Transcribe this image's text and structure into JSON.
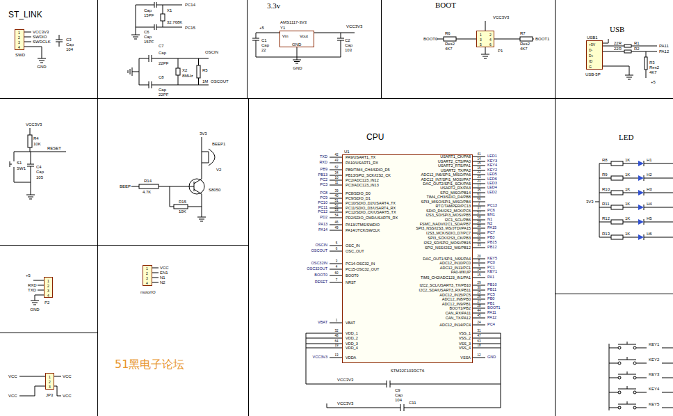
{
  "diagram": {
    "nodes": [
      {
        "text": [
          "SWD",
          "1",
          "2",
          "3",
          "4"
        ]
      },
      {
        "text": [
          "AMS1117-3V3",
          "Y1",
          "Vin",
          "Vout",
          "GND"
        ]
      },
      {
        "text": [
          "P1",
          "1",
          "2",
          "3",
          "4",
          "5",
          "6"
        ]
      },
      {
        "text": [
          "USB1",
          "+5V",
          "D-",
          "D+",
          "ID",
          "G",
          "USB-5P"
        ]
      },
      {
        "text": [
          "U1",
          "PA9/USART1_TX",
          "PA10/USART1_RX",
          "PB9/TIM4_CH4/SDIO_D5",
          "PB13/SPI2_SCK/I2S2_CK",
          "PC2/ADC123_IN12",
          "PC3/ADC123_IN13",
          "PC8/SDIO_D0",
          "PC9/SDIO_D1",
          "PC10/SDIO_D2/USART4_TX",
          "PC11/SDIO_D3/USART4_RX",
          "PC12/SDIO_CK/USART5_TX",
          "PD2/SDIO_CMD/USART5_RX",
          "PA13/JTMS/SWDIO",
          "PA14/JTCK/SWCLK",
          "OSC_IN",
          "OSC_OUT",
          "PC14-OSC32_IN",
          "PC15-OSC32_OUT",
          "BOOT0",
          "NRST",
          "VBAT",
          "VDD_1",
          "VDD_2",
          "VDD_3",
          "VDD_4",
          "VDDA",
          "USART1_CK/PA8",
          "USART2_CTS/PA0",
          "USART2_RTS/PA1",
          "USART2_TX/PA2",
          "ADC12_IN6/SPI1_MISO/PA6",
          "ADC12_IN7/SPI1_MOSI/PA7",
          "DAC_OUT2/SPI1_SCK/PA5",
          "USART2_RX/PA3",
          "SPI2_MISO/PB14",
          "TIM4_CH3/SDIO_D4/PB8",
          "SPI3_MISO/SPI1_MISO/PB4",
          "RTC/TAMPER/PC13",
          "SDIO_D6/I2S2_MCK/PC6",
          "I2S3_SD/SPI3_MOSI/PB5",
          "I2C1_SCL/PB6",
          "FSMC_NADV/I2C1_SDA/PB7",
          "SPI3_NSS/I2S3_WS/JTDI/PA15",
          "I2S3_MCK/SDIO_D7/PC7",
          "SPI3_SCK/I2S3_CK/PB3",
          "I2S2_SD/SPI2_MOSI/PB15",
          "SPI2_NSS/I2S2_WS/PB12",
          "DAC_OUT1/SPI1_NSS/PA4",
          "ADC12_IN10/PC0",
          "ADC12_IN11/PC1",
          "PA0-WKUP",
          "TIM5_CH2/ADC123_IN1/PA1",
          "I2C2_SCL/USART3_TX/PB10",
          "I2C2_SDA/USART3_RX/PB11",
          "ADC12_IN15/PC5",
          "ADC12_IN8/PB0",
          "ADC12_IN9/PB1",
          "BOOT1/PB2",
          "CAN_RX/PA11",
          "CAN_TX/PA12",
          "ADC12_IN14/PC4",
          "VSS_1",
          "VSS_2",
          "VSS_3",
          "VSS_4",
          "VSSA"
        ]
      },
      {
        "text": [
          "P2",
          "1",
          "2",
          "3",
          "4"
        ]
      },
      {
        "text": [
          "motorIO",
          "1",
          "2",
          "3",
          "4"
        ]
      },
      {
        "text": [
          "JP3",
          "1",
          "2",
          "3"
        ]
      }
    ],
    "labels": [
      "ST_LINK",
      "VCC3V3",
      "SWDIO",
      "SWDCLK",
      "C3",
      "Cap",
      "104",
      "GND",
      "Cap",
      "15PF",
      "X1",
      "32.768K",
      "PC14",
      "C6",
      "Cap",
      "15PF",
      "PC15",
      "C7",
      "Cap",
      "22PF",
      "OSCIN",
      "X2",
      "8MHz",
      "R5",
      "1M",
      "OSCOUT",
      "C8",
      "Cap",
      "22PF",
      "3.3v",
      "+5",
      "VCC3V3",
      "C1",
      "Cap",
      "22",
      "C2",
      "Cap",
      "103",
      "GND",
      "BOOT",
      "VCC3V3",
      "BOOT0",
      "R6",
      "Res2",
      "4K7",
      "R7",
      "Res2",
      "4K7",
      "BOOT1",
      "USB",
      "22R",
      "22R",
      "R1",
      "R2",
      "PA11",
      "PA12",
      "R3",
      "Res2",
      "4K7",
      "+5",
      "VCC3V3",
      "R4",
      "10K",
      "RESET",
      "S1",
      "SW1",
      "C4",
      "Cap",
      "105",
      "3V3",
      "BEEP1",
      "V2",
      "BEEP",
      "R14",
      "4.7K",
      "S8050",
      "R15",
      "10K",
      "+5",
      "RXD",
      "TXD",
      "GND",
      "VCC",
      "EN1",
      "N1",
      "N2",
      "VCC",
      "VCC",
      "VCC",
      "VCC",
      "51黑电子论坛",
      "CPU",
      "STM32F103RCT6",
      "VCC3V3",
      "C9",
      "Cap",
      "104",
      "VCC3V3",
      "C11",
      "LED",
      "3V3",
      "R8",
      "1K",
      "H1",
      "R9",
      "1K",
      "H2",
      "R10",
      "1K",
      "H3",
      "R11",
      "1K",
      "H4",
      "R12",
      "1K",
      "H5",
      "R13",
      "1K",
      "H6",
      "KEY1",
      "KEY2",
      "KEY3",
      "KEY4",
      "KEY5",
      "42",
      "43",
      "62",
      "34",
      "10",
      "11",
      "39",
      "40",
      "51",
      "52",
      "53",
      "54",
      "46",
      "49",
      "5",
      "6",
      "3",
      "4",
      "60",
      "7",
      "1",
      "32",
      "48",
      "64",
      "19",
      "13",
      "41",
      "14",
      "15",
      "16",
      "22",
      "23",
      "21",
      "17",
      "35",
      "61",
      "56",
      "2",
      "37",
      "57",
      "58",
      "59",
      "50",
      "38",
      "55",
      "36",
      "33",
      "20",
      "8",
      "9",
      "14",
      "15",
      "29",
      "30",
      "25",
      "26",
      "27",
      "28",
      "44",
      "45",
      "24",
      "31",
      "47",
      "63",
      "18",
      "12",
      "TXD",
      "RXD",
      "PB9",
      "PB13",
      "PC2",
      "PC3",
      "PC8",
      "PC9",
      "PC10",
      "PC11",
      "PC12",
      "PD2",
      "PA13",
      "PA14",
      "OSCIN",
      "OSCOUT",
      "OSC32IN",
      "OSC32OUT",
      "BOOT0",
      "RESET",
      "VBAT",
      "VCC3V3",
      "LED1",
      "KEY3",
      "KEY4",
      "KEY2",
      "LED5",
      "LED6",
      "LED3",
      "LED4",
      "LED2",
      "PC13",
      "PC6",
      "EN1",
      "N1",
      "N2",
      "PA15",
      "PC7",
      "PB3",
      "PB15",
      "PB12",
      "KEY5",
      "PC0",
      "PC1",
      "KEY1",
      "PA1",
      "PB10",
      "PB11",
      "PC5",
      "PB0",
      "PB1",
      "BOOT1",
      "PA11",
      "PA12",
      "PC4",
      "GND"
    ]
  }
}
